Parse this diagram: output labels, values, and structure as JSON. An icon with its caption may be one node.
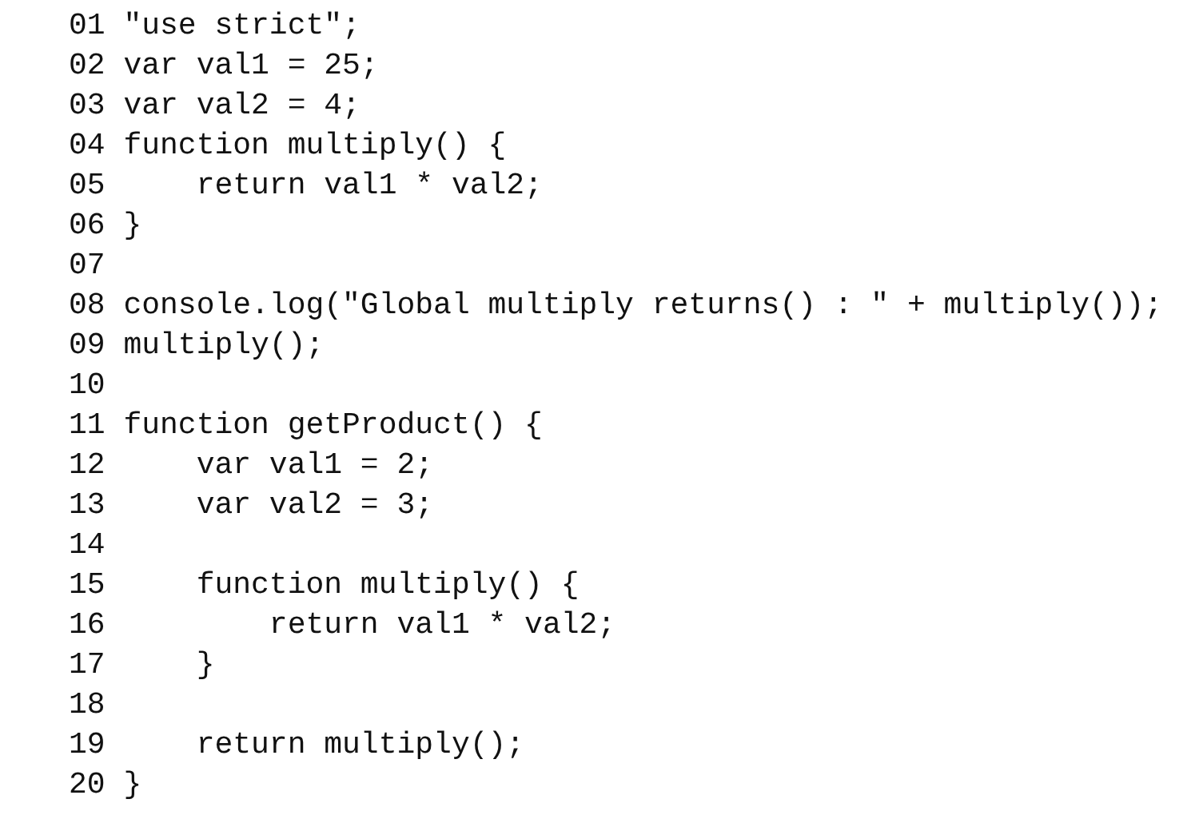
{
  "diagram": {
    "labels": [
      "01 \"use strict\";",
      "02 var val1 = 25;",
      "03 var val2 = 4;",
      "04 function multiply() {",
      "05     return val1 * val2;",
      "06 }",
      "07",
      "08 console.log(\"Global multiply returns() : \" + multiply());",
      "09 multiply();",
      "10",
      "11 function getProduct() {",
      "12     var val1 = 2;",
      "13     var val2 = 3;",
      "14",
      "15     function multiply() {",
      "16         return val1 * val2;",
      "17     }",
      "18",
      "19     return multiply();",
      "20 }"
    ]
  }
}
